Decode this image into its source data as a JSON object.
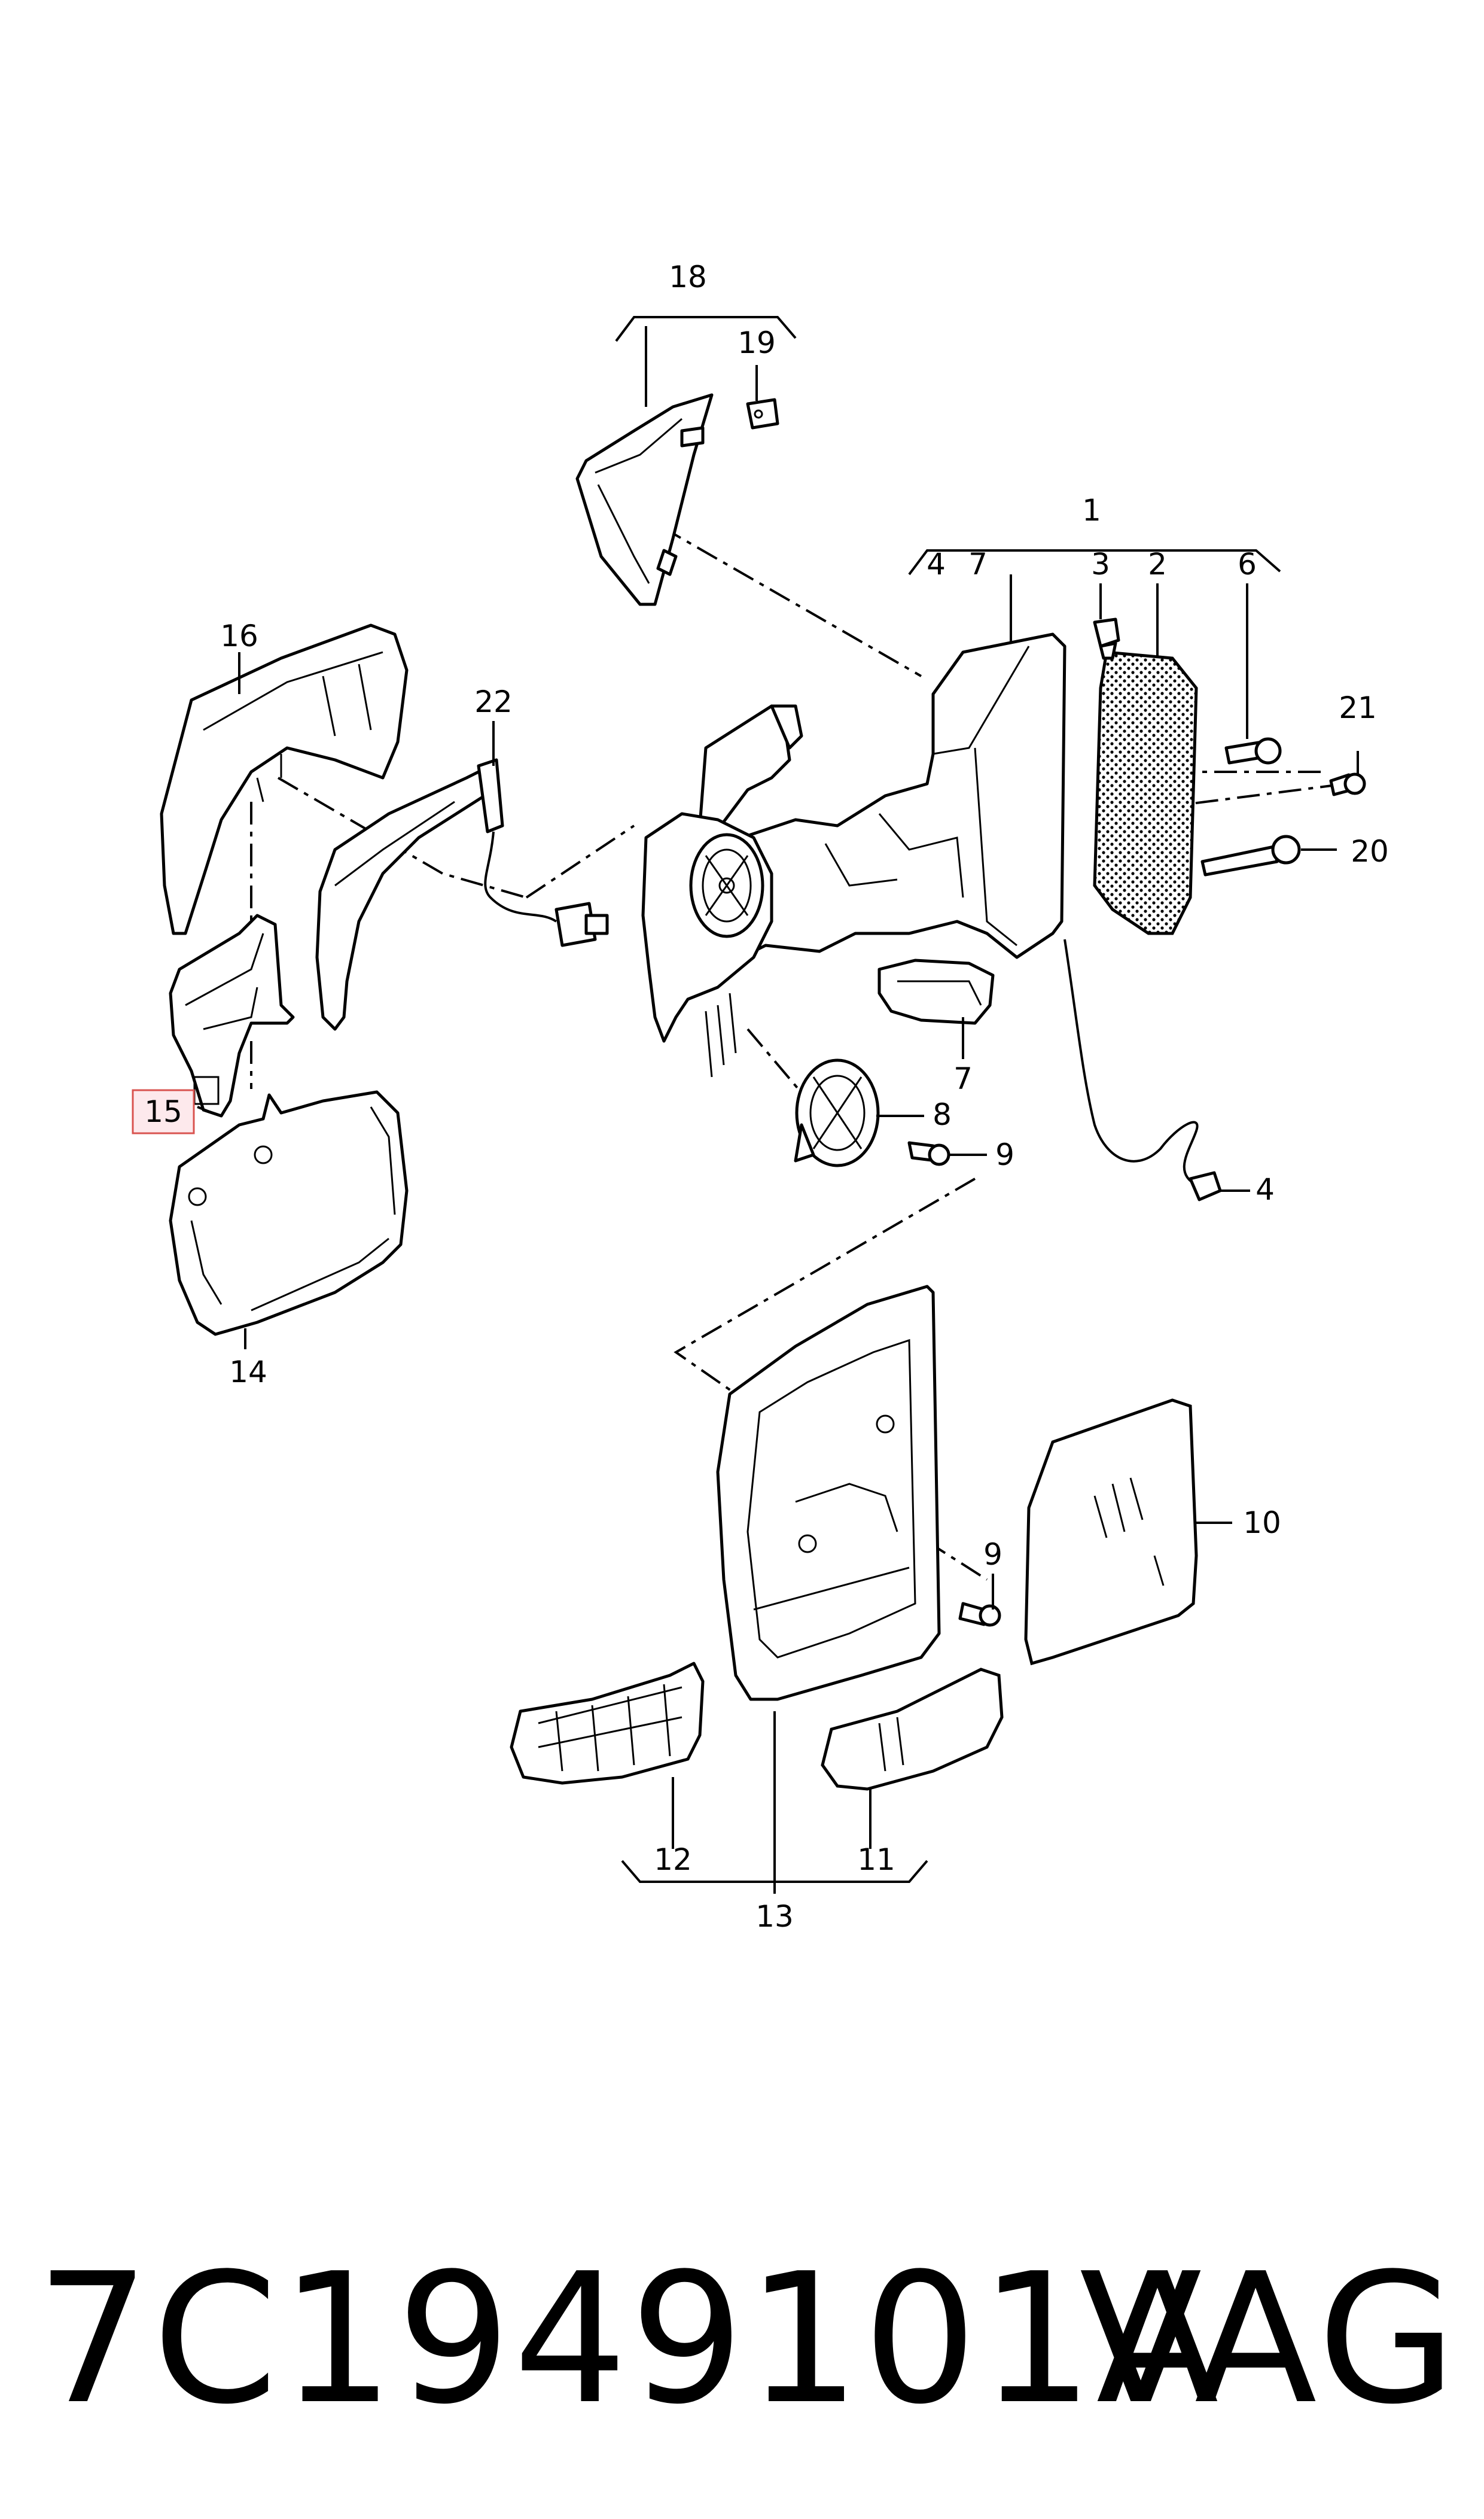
{
  "diagram": {
    "callouts": {
      "c1": "1",
      "c2": "2",
      "c3": "3",
      "c4a": "4",
      "c4b": "4",
      "c6": "6",
      "c7a": "7",
      "c7b": "7",
      "c8": "8",
      "c9a": "9",
      "c9b": "9",
      "c10": "10",
      "c11": "11",
      "c12": "12",
      "c13": "13",
      "c14": "14",
      "c15": "15",
      "c16": "16",
      "c18": "18",
      "c19": "19",
      "c20": "20",
      "c21": "21",
      "c22": "22"
    },
    "highlighted_callout": "15"
  },
  "footer": {
    "part_number": "7C1949101A",
    "brand": "VAG"
  }
}
